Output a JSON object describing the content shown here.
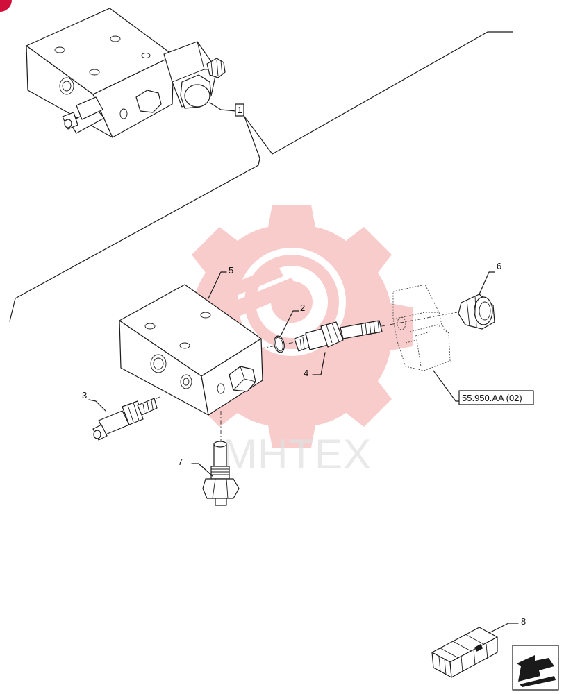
{
  "watermark": {
    "text": "MHTEX",
    "gear_color": "#f5a3a3",
    "text_color": "#c8c8c8"
  },
  "corner_badge_color": "#d0103a",
  "callouts": {
    "item1": "1",
    "item2": "2",
    "item3": "3",
    "item4": "4",
    "item5": "5",
    "item6": "6",
    "item7": "7",
    "item8": "8"
  },
  "reference_label": "55.950.AA (02)",
  "icons": [
    "crate-icon",
    "navigation-arrow-icon"
  ]
}
